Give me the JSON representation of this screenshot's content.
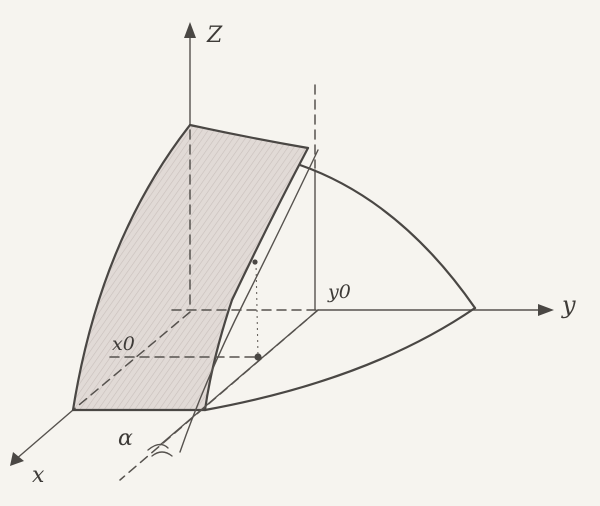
{
  "labels": {
    "z_axis": "Z",
    "y_axis": "y",
    "x_axis": "x",
    "y0": "y0",
    "x0": "x0",
    "alpha": "α"
  },
  "colors": {
    "paper": "#f6f4ef",
    "pencil": "#4a4744",
    "shading": "#d9d2ce"
  }
}
